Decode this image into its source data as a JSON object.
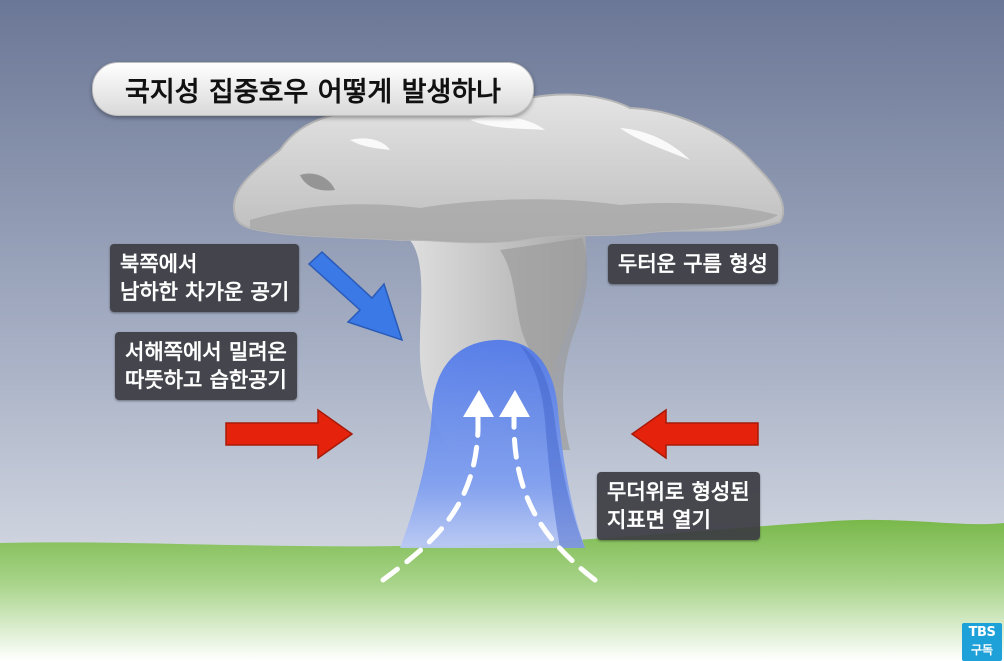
{
  "title": "국지성 집중호우 어떻게 발생하나",
  "labels": {
    "cold_air": [
      "북쪽에서",
      "남하한 차가운 공기"
    ],
    "warm_air": [
      "서해쪽에서 밀려온",
      "따뜻하고 습한공기"
    ],
    "thick_cloud": [
      "두터운 구름 형성"
    ],
    "surface_heat": [
      "무더위로 형성된",
      "지표면 열기"
    ]
  },
  "logo": {
    "name": "TBS",
    "subscribe": "구독"
  },
  "colors": {
    "sky_top": "#6b7796",
    "sky_bottom": "#dfe3ea",
    "ground": "#7cbd4d",
    "cold_arrow": "#3a79e6",
    "warm_arrow": "#e5230c",
    "updraft": "#5b82ea",
    "cloud": "#d2d2d2"
  },
  "icons": [
    "cold-air-arrow-icon",
    "warm-air-arrow-icon",
    "updraft-arrow-icon"
  ]
}
